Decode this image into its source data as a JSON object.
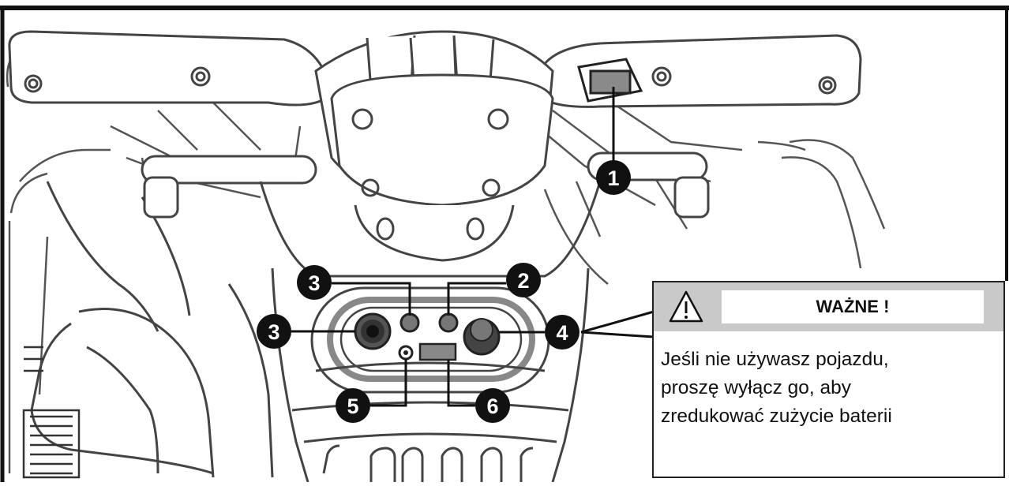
{
  "callouts": [
    {
      "number": "1"
    },
    {
      "number": "2"
    },
    {
      "number": "3"
    },
    {
      "number": "3"
    },
    {
      "number": "4"
    },
    {
      "number": "5"
    },
    {
      "number": "6"
    }
  ],
  "note": {
    "title": "WAŻNE !",
    "lines": [
      "Jeśli nie używasz pojazdu,",
      "proszę wyłącz go, aby",
      "zredukować zużycie baterii"
    ],
    "header_color": "#c9c9c9"
  },
  "icons": {
    "warning": "warning-triangle-icon"
  }
}
